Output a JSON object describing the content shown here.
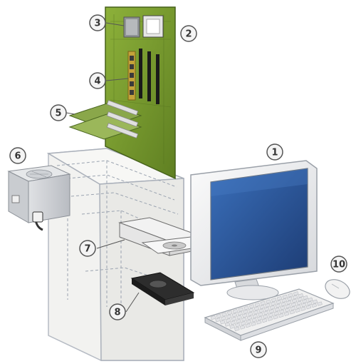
{
  "colors": {
    "motherboard": "#7a9a2e",
    "motherboard_dark": "#5a7620",
    "case": "#ececea",
    "case_edge": "#a9aeb8",
    "screen": "#2c5aa0",
    "screen_dark": "#1e3f78",
    "monitor_body": "#eeeeee",
    "callout_fill": "#f4f4f4",
    "callout_stroke": "#555555",
    "card": "#8aa74a",
    "drive_dark": "#2b2b2b"
  },
  "callouts": [
    {
      "id": "1",
      "label": "1",
      "part": "monitor"
    },
    {
      "id": "2",
      "label": "2",
      "part": "motherboard"
    },
    {
      "id": "3",
      "label": "3",
      "part": "cpu"
    },
    {
      "id": "4",
      "label": "4",
      "part": "ram"
    },
    {
      "id": "5",
      "label": "5",
      "part": "expansion-cards"
    },
    {
      "id": "6",
      "label": "6",
      "part": "power-supply"
    },
    {
      "id": "7",
      "label": "7",
      "part": "optical-drive"
    },
    {
      "id": "8",
      "label": "8",
      "part": "hard-drive"
    },
    {
      "id": "9",
      "label": "9",
      "part": "keyboard"
    },
    {
      "id": "10",
      "label": "10",
      "part": "mouse"
    }
  ]
}
